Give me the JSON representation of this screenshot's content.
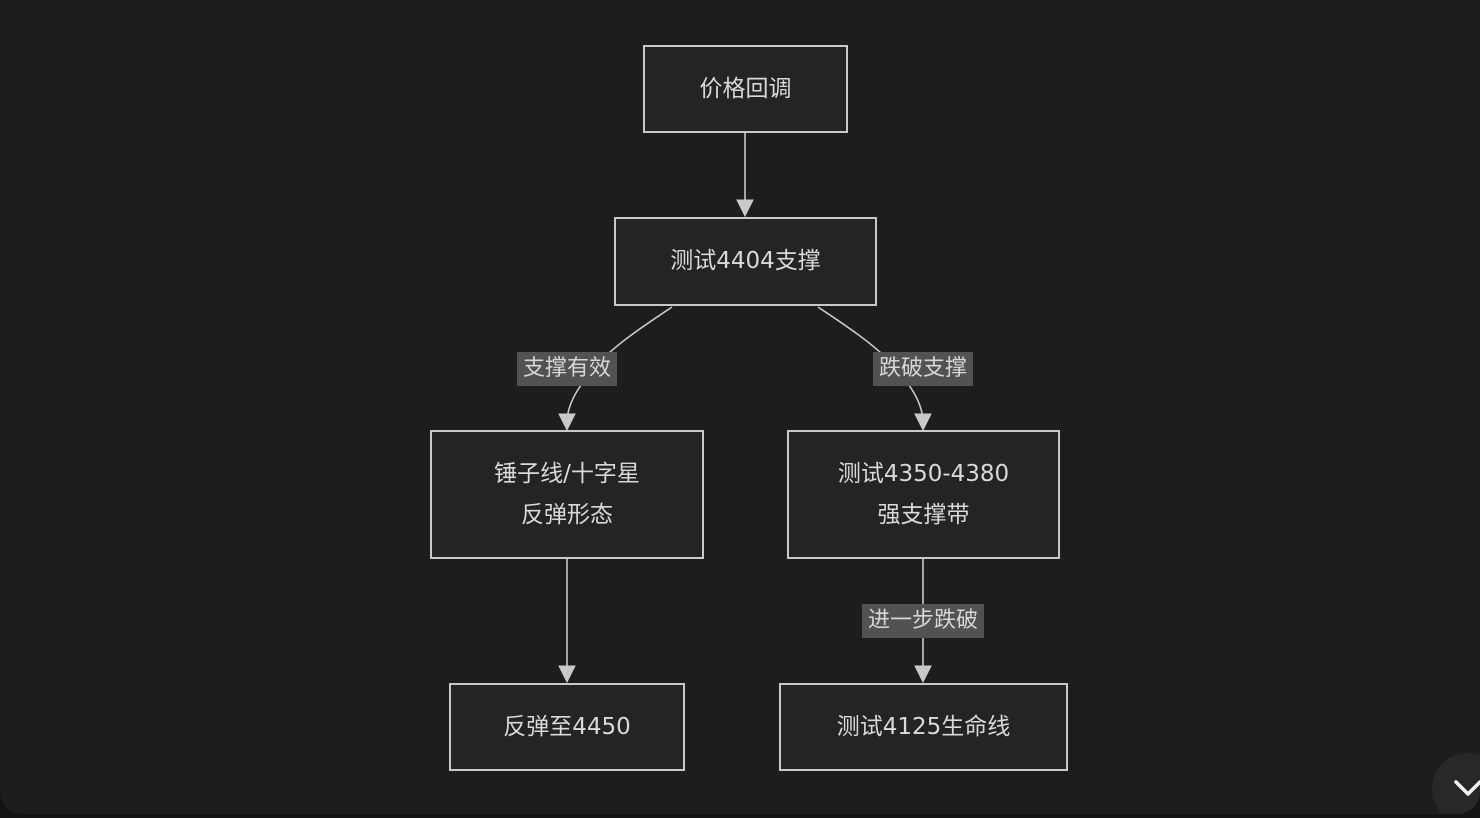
{
  "flowchart": {
    "nodes": {
      "price_pullback": "价格回调",
      "test_4404_support": "测试4404支撑",
      "hammer_doji_line1": "锤子线/十字星",
      "hammer_doji_line2": "反弹形态",
      "test_4350_4380_line1": "测试4350-4380",
      "test_4350_4380_line2": "强支撑带",
      "rebound_4450": "反弹至4450",
      "test_4125_lifeline": "测试4125生命线"
    },
    "edge_labels": {
      "support_holds": "支撑有效",
      "support_breaks": "跌破支撑",
      "further_break": "进一步跌破"
    }
  },
  "controls": {
    "scroll_to_bottom_icon": "chevron-down-icon"
  },
  "colors": {
    "canvas_background": "#141416",
    "panel_background": "#1d1d1f",
    "node_fill": "#242427",
    "node_border": "#c9c9c9",
    "node_text": "#d9d9d9",
    "edge_line": "#c9c9c9",
    "edge_label_background": "#525254",
    "edge_label_text": "#d6d6d6",
    "scroll_button_background": "#28282b",
    "scroll_button_icon_color": "#f2f2f2"
  }
}
